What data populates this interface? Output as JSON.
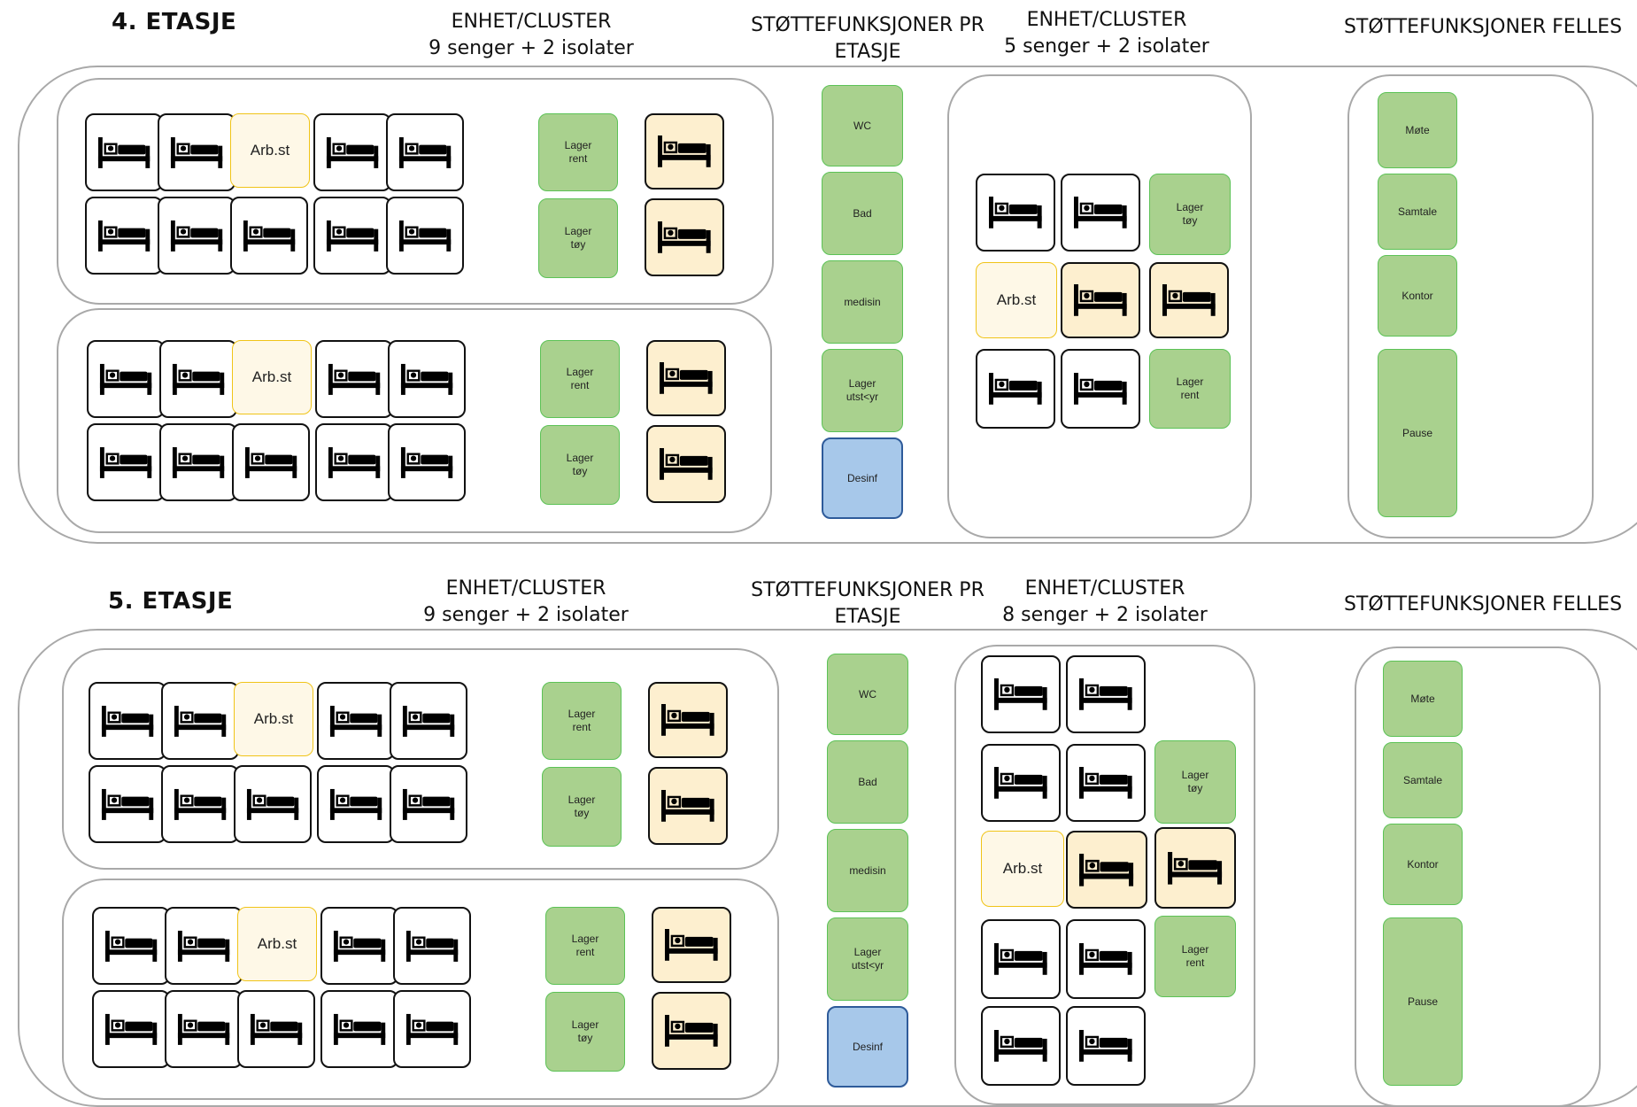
{
  "floors": [
    {
      "title": "4. ETASJE",
      "left_heading": "ENHET/CLUSTER\n9 senger + 2 isolater",
      "support_heading": "STØTTEFUNKSJONER PR\nETASJE",
      "right_heading": "ENHET/CLUSTER\n5 senger + 2 isolater",
      "common_heading": "STØTTEFUNKSJONER FELLES",
      "arb_label": "Arb.st",
      "cluster_rooms": [
        "Lager\nrent",
        "Lager\ntøy"
      ],
      "support_rooms": [
        "WC",
        "Bad",
        "medisin",
        "Lager\nutst<yr",
        "Desinf"
      ],
      "right_rooms": [
        "Lager\ntøy",
        "Arb.st",
        "Lager\nrent"
      ],
      "common_rooms": [
        "Møte",
        "Samtale",
        "Kontor",
        "Pause"
      ]
    },
    {
      "title": "5. ETASJE",
      "left_heading": "ENHET/CLUSTER\n9 senger + 2 isolater",
      "support_heading": "STØTTEFUNKSJONER PR\nETASJE",
      "right_heading": "ENHET/CLUSTER\n8 senger + 2 isolater",
      "common_heading": "STØTTEFUNKSJONER FELLES",
      "arb_label": "Arb.st",
      "cluster_rooms": [
        "Lager\nrent",
        "Lager\ntøy"
      ],
      "support_rooms": [
        "WC",
        "Bad",
        "medisin",
        "Lager\nutst<yr",
        "Desinf"
      ],
      "right_rooms": [
        "Lager\ntøy",
        "Arb.st",
        "Lager\nrent"
      ],
      "common_rooms": [
        "Møte",
        "Samtale",
        "Kontor",
        "Pause"
      ]
    }
  ],
  "icons": {
    "bed": "bed-with-person-icon"
  },
  "colors": {
    "storage_room": "#a9d18e",
    "isolation_room": "#fdefcf",
    "workstation": "#fef8e7",
    "disinfection": "#a7c8ea"
  }
}
